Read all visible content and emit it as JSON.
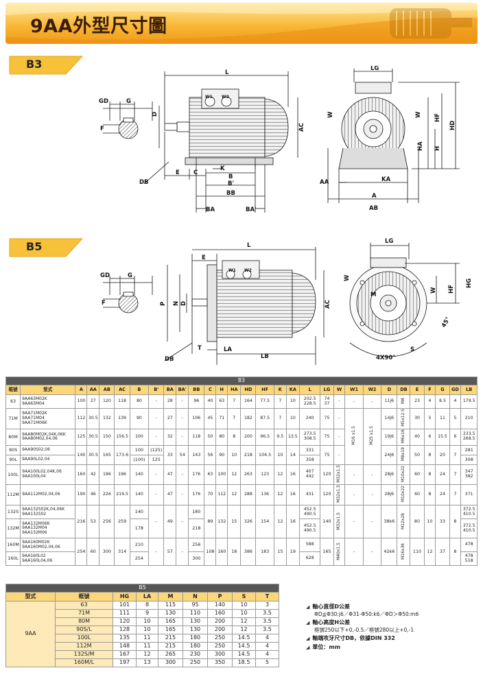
{
  "title": "9AA外型尺寸圖",
  "sections": {
    "b3": "B3",
    "b5": "B5"
  },
  "b3_drawing": {
    "labels": [
      "L",
      "LG",
      "GD",
      "G",
      "F",
      "D",
      "W1",
      "W2",
      "AC",
      "W",
      "W",
      "HF",
      "HD",
      "HA",
      "H",
      "DB",
      "E",
      "C",
      "K",
      "B",
      "B'",
      "BB",
      "BA",
      "BA'",
      "AA",
      "KA",
      "A",
      "AB"
    ]
  },
  "b5_drawing": {
    "labels": [
      "L",
      "LG",
      "E",
      "GD",
      "G",
      "F",
      "P",
      "N",
      "D",
      "W1",
      "W2",
      "AC",
      "W",
      "W",
      "HF",
      "HG",
      "M",
      "S",
      "45°",
      "4X90°",
      "T",
      "LA",
      "LB",
      "DB"
    ]
  },
  "b3_table": {
    "section": "B3",
    "headers": [
      "框號",
      "型式",
      "A",
      "AA",
      "AB",
      "AC",
      "B",
      "B'",
      "BA",
      "BA'",
      "BB",
      "C",
      "H",
      "HA",
      "HD",
      "HF",
      "K",
      "KA",
      "L",
      "LG",
      "W",
      "W1",
      "W2",
      "D",
      "DB",
      "E",
      "F",
      "G",
      "GD",
      "LB"
    ],
    "rows": [
      {
        "frame": "63",
        "models": "9AA63M02K\n9AA63M04",
        "A": "100",
        "AA": "27",
        "AB": "120",
        "AC": "118",
        "B": "80",
        "Bp": "-",
        "BA": "28",
        "BAp": "-",
        "BB": "96",
        "C": "40",
        "H": "63",
        "HA": "7",
        "HD": "164",
        "HF": "77.5",
        "K": "7",
        "KA": "10",
        "L": "202.5\n228.5",
        "LG": "74\n37",
        "W": "-",
        "D": "11j6",
        "DB": "M4",
        "E": "23",
        "F": "4",
        "G": "8.5",
        "GD": "4",
        "LB": "179.5"
      },
      {
        "frame": "71M",
        "models": "9AA71M02K\n9AA71M04\n9AA71M06K",
        "A": "112",
        "AA": "30.5",
        "AB": "132",
        "AC": "139",
        "B": "90",
        "Bp": "-",
        "BA": "27",
        "BAp": "-",
        "BB": "106",
        "C": "45",
        "H": "71",
        "HA": "7",
        "HD": "182",
        "HF": "87.5",
        "K": "7",
        "KA": "10",
        "L": "240",
        "LG": "75",
        "W": "-",
        "D": "14j6",
        "DB": "M5x12.5",
        "E": "30",
        "F": "5",
        "G": "11",
        "GD": "5",
        "LB": "210"
      },
      {
        "frame": "80M",
        "models": "9AA80M02K,04K,06K\n9AA80M02,04,06",
        "A": "125",
        "AA": "30.5",
        "AB": "150",
        "AC": "156.5",
        "B": "100",
        "Bp": "-",
        "BA": "32",
        "BAp": "-",
        "BB": "118",
        "C": "50",
        "H": "80",
        "HA": "8",
        "HD": "200",
        "HF": "96.5",
        "K": "9.5",
        "KA": "13.5",
        "L": "273.5\n308.5",
        "LG": "75",
        "W": "-",
        "D": "19j6",
        "DB": "M6x16",
        "E": "40",
        "F": "6",
        "G": "15.5",
        "GD": "6",
        "LB": "233.5\n268.5"
      },
      {
        "frame": "90S",
        "models": "9AA90S02,06",
        "B": "100",
        "Bp": "(125)",
        "L1": "331",
        "LB": "281"
      },
      {
        "frame": "90L",
        "models": "9AA90L02,04",
        "B": "(100)",
        "Bp": "125",
        "L1": "358",
        "LB": "308"
      },
      {
        "frame": "100L",
        "models": "9AA100L02,04K,06\n9AA100L04",
        "A": "160",
        "AA": "42",
        "AB": "196",
        "AC": "196",
        "B": "140",
        "Bp": "-",
        "BA": "47",
        "BAp": "-",
        "BB": "176",
        "C": "63",
        "H": "100",
        "HA": "12",
        "HD": "263",
        "HF": "123",
        "K": "12",
        "KA": "16",
        "L": "407\n442",
        "LG": "120",
        "W": "M32x1.5",
        "D": "28j6",
        "DB": "M10x22",
        "E": "60",
        "F": "8",
        "G": "24",
        "GD": "7",
        "LB": "347\n382"
      },
      {
        "frame": "112M",
        "models": "9AA112M02,04,06",
        "A": "190",
        "AA": "46",
        "AB": "226",
        "AC": "219.5",
        "B": "140",
        "Bp": "-",
        "BA": "47",
        "BAp": "-",
        "BB": "176",
        "C": "70",
        "H": "112",
        "HA": "12",
        "HD": "288",
        "HF": "136",
        "K": "12",
        "KA": "16",
        "L": "431",
        "LG": "120",
        "W": "M32x1.5",
        "D": "28j6",
        "DB": "M10x22",
        "E": "60",
        "F": "8",
        "G": "24",
        "GD": "7",
        "LB": "371"
      },
      {
        "frame": "132S",
        "models": "9AA132S02K,04,06K\n9AA132S02",
        "B": "140",
        "BB": "180",
        "L": "452.5\n490.5",
        "LB": "372.5\n410.5"
      },
      {
        "frame": "132M",
        "models": "9AA132M06K\n9AA132M04\n9AA132M06",
        "B": "178",
        "BB": "218",
        "L": "452.5\n490.5",
        "LB": "372.5\n410.5"
      },
      {
        "frame": "160M",
        "models": "9AA160M02K\n9AA160M02,04,06",
        "B": "210",
        "BB": "256",
        "L": "588",
        "LB": "478"
      },
      {
        "frame": "160L",
        "models": "9AA160L02\n9AA160L04,06",
        "B": "254",
        "BB": "300",
        "L": "628",
        "LB": "478\n518"
      }
    ],
    "shared_90": {
      "A": "140",
      "AA": "30.5",
      "AB": "165",
      "AC": "173.6",
      "BA": "33",
      "BAp": "54",
      "BB": "143",
      "C": "56",
      "H": "90",
      "HA": "10",
      "HD": "218",
      "HF": "104.5",
      "K": "10",
      "KA": "14",
      "LG": "75",
      "W": "-",
      "D": "24j6",
      "DB": "M8x19",
      "E": "50",
      "F": "8",
      "G": "20",
      "GD": "7"
    },
    "shared_132": {
      "A": "216",
      "AA": "53",
      "AB": "256",
      "AC": "259",
      "BA": "49",
      "BAp": "-",
      "C": "89",
      "H": "132",
      "HA": "15",
      "HD": "326",
      "HF": "154",
      "K": "12",
      "KA": "16",
      "LG": "140",
      "W": "M32x1.5",
      "W1": "-",
      "W2": "-",
      "D": "38k6",
      "DB": "M12x28",
      "E": "80",
      "F": "10",
      "G": "33",
      "GD": "8"
    },
    "shared_160": {
      "A": "254",
      "AA": "60",
      "AB": "300",
      "AC": "314",
      "BA": "57",
      "BAp": "-",
      "C": "108",
      "H": "160",
      "HA": "18",
      "HD": "386",
      "HF": "183",
      "K": "15",
      "KA": "19",
      "LG": "165",
      "W": "M40x1.5",
      "W1": "-",
      "W2": "-",
      "D": "42k6",
      "DB": "M16x36",
      "E": "110",
      "F": "12",
      "G": "37",
      "GD": "8"
    },
    "merged_small": {
      "W1": "M16 x1.5",
      "W2": "M25 x1.5",
      "W12_100": "-",
      "W22_100": "-"
    }
  },
  "b5_table": {
    "section": "B5",
    "headers": [
      "型式",
      "框號",
      "HG",
      "LA",
      "M",
      "N",
      "P",
      "S",
      "T"
    ],
    "type": "9AA",
    "rows": [
      [
        "63",
        "101",
        "8",
        "115",
        "95",
        "140",
        "10",
        "3"
      ],
      [
        "71M",
        "111",
        "9",
        "130",
        "110",
        "160",
        "10",
        "3.5"
      ],
      [
        "80M",
        "120",
        "10",
        "165",
        "130",
        "200",
        "12",
        "3.5"
      ],
      [
        "90S/L",
        "128",
        "10",
        "165",
        "130",
        "200",
        "12",
        "3.5"
      ],
      [
        "100L",
        "135",
        "11",
        "215",
        "180",
        "250",
        "14.5",
        "4"
      ],
      [
        "112M",
        "148",
        "11",
        "215",
        "180",
        "250",
        "14.5",
        "4"
      ],
      [
        "132S/M",
        "167",
        "12",
        "265",
        "230",
        "300",
        "14.5",
        "4"
      ],
      [
        "160M/L",
        "197",
        "13",
        "300",
        "250",
        "350",
        "18.5",
        "5"
      ]
    ]
  },
  "notes": [
    {
      "head": "軸心直徑D公差",
      "body": "ΦD≦Φ30:j6／Φ31-Φ50:k6／ΦD＞Φ50:m6"
    },
    {
      "head": "軸心高度H公差",
      "body": "框號250以下+0,-0.5／框號280以上+0,-1"
    },
    {
      "head": "軸端攻牙尺寸DB，依據DIN 332",
      "body": ""
    },
    {
      "head": "單位：mm",
      "body": ""
    }
  ]
}
